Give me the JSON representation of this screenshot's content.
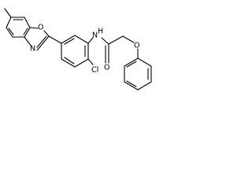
{
  "molecule": {
    "atoms": {
      "O_oxazole": "O",
      "N_oxazole": "N",
      "N_amide": "N",
      "H_amide": "H",
      "Cl": "Cl",
      "O_carbonyl": "O",
      "O_ether": "O"
    }
  },
  "colors": {
    "ink": "#000000",
    "background": "#ffffff"
  }
}
